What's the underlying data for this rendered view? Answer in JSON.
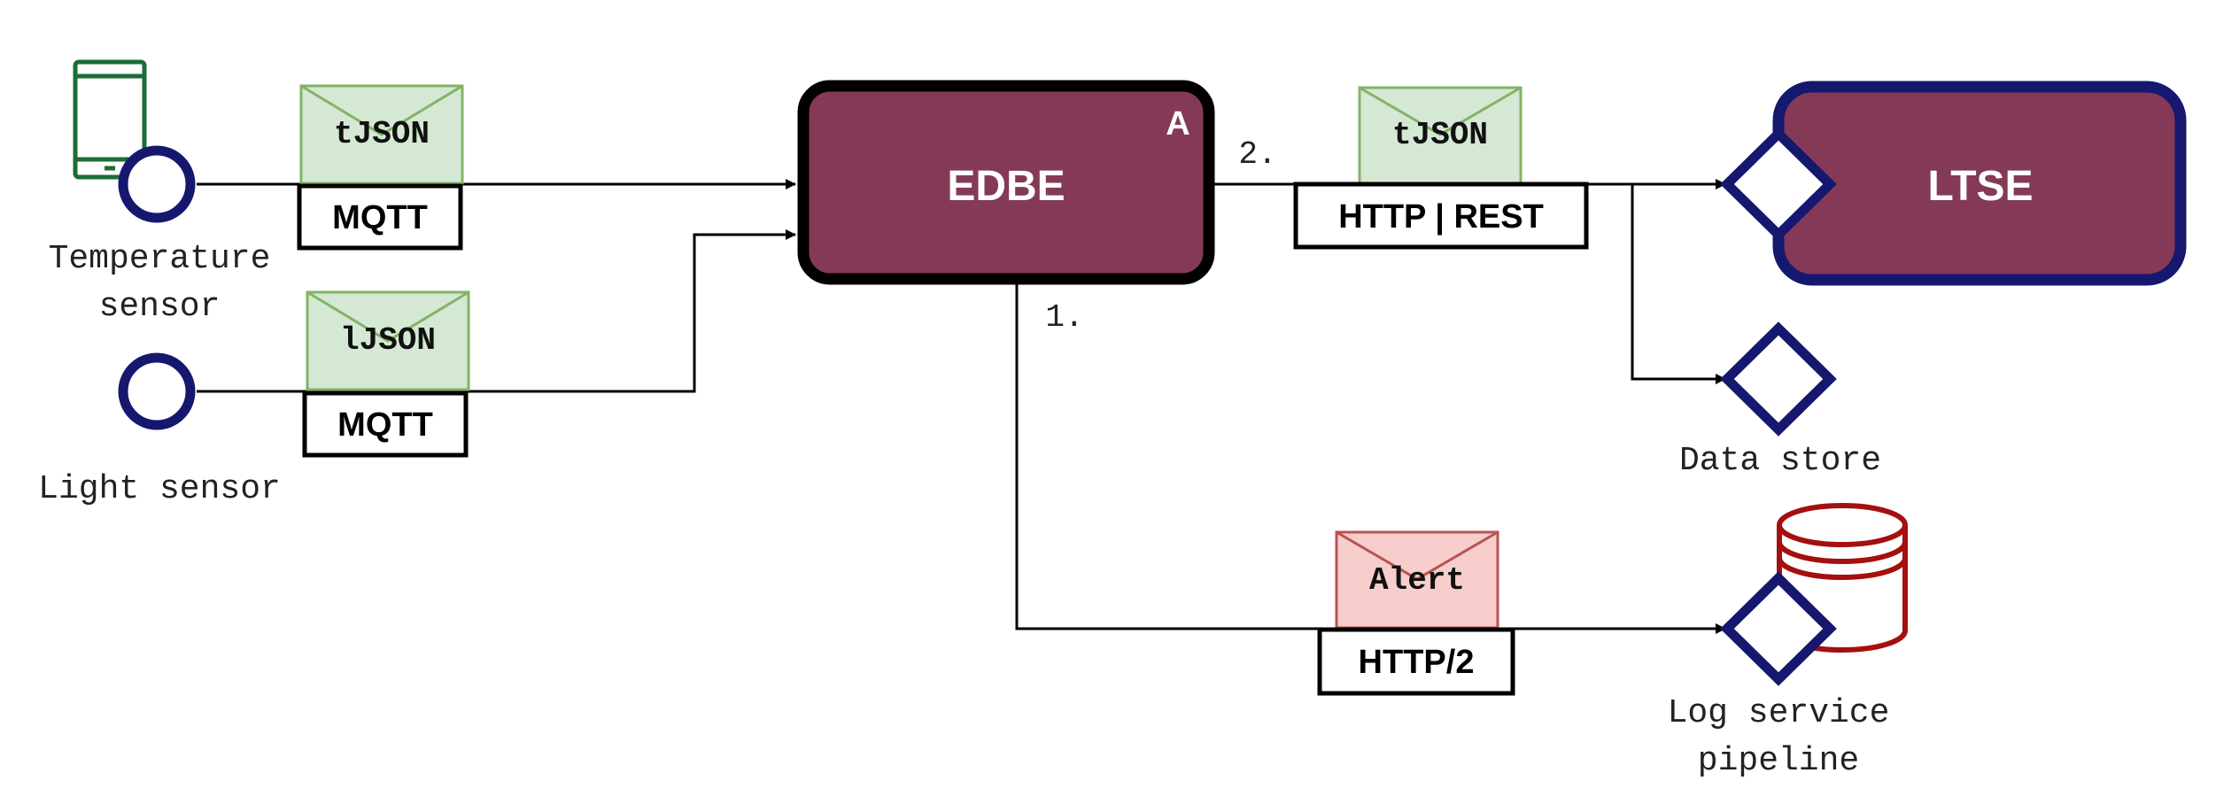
{
  "nodes": {
    "edbe": {
      "label": "EDBE",
      "corner_label": "A"
    },
    "ltse": {
      "label": "LTSE"
    },
    "temperature_sensor": {
      "label_line1": "Temperature",
      "label_line2": "sensor"
    },
    "light_sensor": {
      "label": "Light sensor"
    },
    "data_store": {
      "label": "Data store"
    },
    "log_service": {
      "label_line1": "Log service",
      "label_line2": "pipeline"
    }
  },
  "messages": {
    "temp_msg": {
      "payload": "tJSON",
      "protocol": "MQTT"
    },
    "light_msg": {
      "payload": "lJSON",
      "protocol": "MQTT"
    },
    "ltse_msg": {
      "payload": "tJSON",
      "protocol": "HTTP | REST"
    },
    "alert_msg": {
      "payload": "Alert",
      "protocol": "HTTP/2"
    }
  },
  "step_labels": {
    "step1": "1.",
    "step2": "2."
  },
  "colors": {
    "component_fill": "#843a57",
    "component_border_edbe": "#000000",
    "component_border_ltse": "#15186e",
    "port_stroke": "#15186e",
    "envelope_green_fill": "#d5e8d4",
    "envelope_green_stroke": "#82b366",
    "envelope_red_fill": "#f8cecc",
    "envelope_red_stroke": "#b85450",
    "database_stroke": "#a50f0f",
    "phone_stroke": "#1b6d36"
  },
  "icons": [
    "smartphone-icon",
    "database-icon",
    "envelope-icon"
  ]
}
